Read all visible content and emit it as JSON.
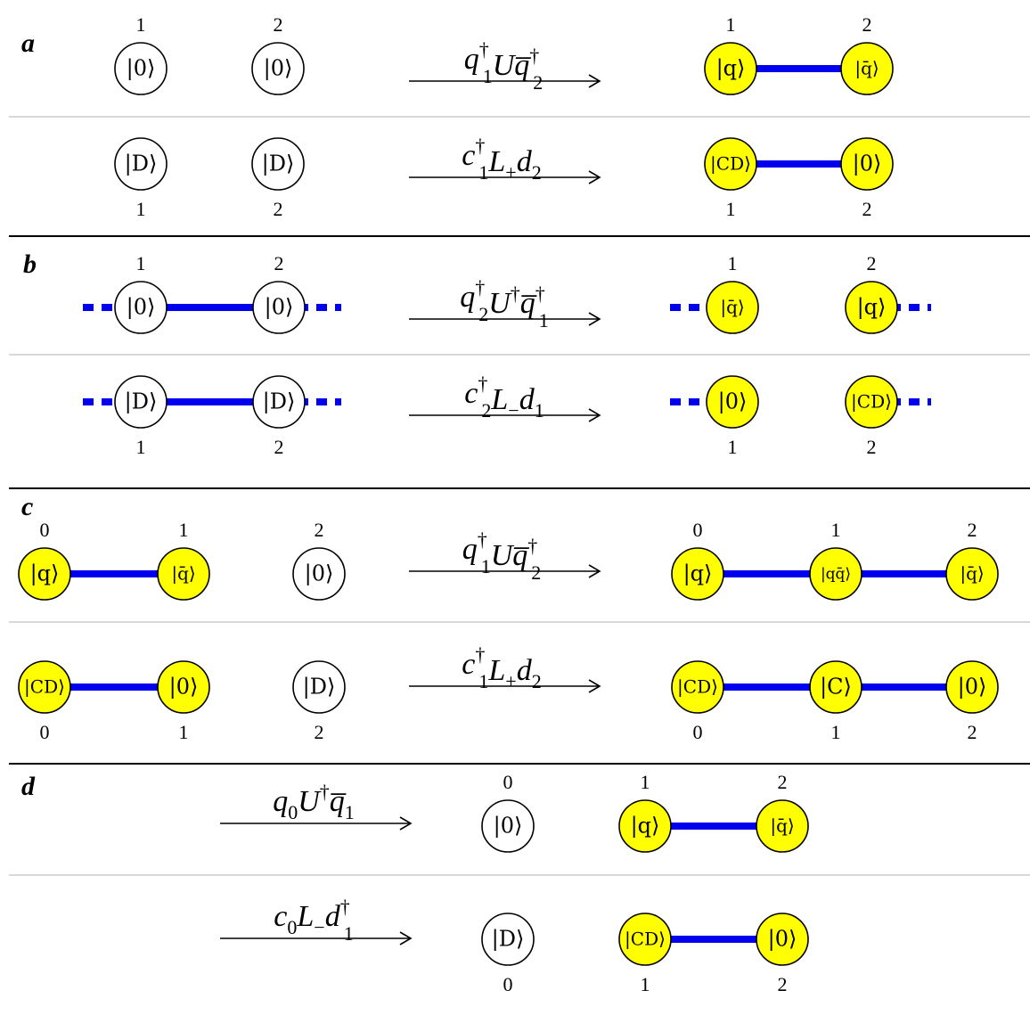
{
  "colors": {
    "bond": "#0000ee",
    "occupied": "#ffff00",
    "empty": "#ffffff",
    "divider_major": "#000000",
    "divider_minor": "#cccccc"
  },
  "arrow_icon": "right-arrow",
  "panels": [
    {
      "label": "a",
      "rows": [
        {
          "operator": [
            {
              "t": "q",
              "c": "b"
            },
            {
              "t": "†",
              "c": "up"
            },
            {
              "t": "1",
              "c": "sub"
            },
            {
              "t": "U",
              "c": "b"
            },
            {
              "t": "q̅",
              "c": "b"
            },
            {
              "t": "†",
              "c": "up"
            },
            {
              "t": "2",
              "c": "sub"
            }
          ],
          "before": {
            "sites": [
              {
                "num": "1",
                "state": "|0⟩",
                "fill": "empty"
              },
              {
                "num": "2",
                "state": "|0⟩",
                "fill": "empty"
              }
            ],
            "bonds": [],
            "ext": []
          },
          "after": {
            "sites": [
              {
                "num": "1",
                "state": "|q⟩",
                "fill": "occupied"
              },
              {
                "num": "2",
                "state": "|q̄⟩",
                "fill": "occupied"
              }
            ],
            "bonds": [
              [
                0,
                1
              ]
            ],
            "ext": []
          }
        },
        {
          "operator": [
            {
              "t": "c",
              "c": "b"
            },
            {
              "t": "†",
              "c": "up"
            },
            {
              "t": "1",
              "c": "sub"
            },
            {
              "t": "L",
              "c": "b"
            },
            {
              "t": "+",
              "c": "sub"
            },
            {
              "t": "d",
              "c": "b"
            },
            {
              "t": "2",
              "c": "sub"
            }
          ],
          "before": {
            "sites": [
              {
                "num": "1",
                "state": "|D⟩",
                "fill": "empty"
              },
              {
                "num": "2",
                "state": "|D⟩",
                "fill": "empty"
              }
            ],
            "bonds": [],
            "ext": []
          },
          "after": {
            "sites": [
              {
                "num": "1",
                "state": "|CD⟩",
                "fill": "occupied"
              },
              {
                "num": "2",
                "state": "|0⟩",
                "fill": "occupied"
              }
            ],
            "bonds": [
              [
                0,
                1
              ]
            ],
            "ext": []
          }
        }
      ]
    },
    {
      "label": "b",
      "rows": [
        {
          "operator": [
            {
              "t": "q",
              "c": "b"
            },
            {
              "t": "†",
              "c": "up"
            },
            {
              "t": "2",
              "c": "sub"
            },
            {
              "t": "U",
              "c": "b"
            },
            {
              "t": "†",
              "c": "up"
            },
            {
              "t": "q̅",
              "c": "b"
            },
            {
              "t": "†",
              "c": "up"
            },
            {
              "t": "1",
              "c": "sub"
            }
          ],
          "before": {
            "sites": [
              {
                "num": "1",
                "state": "|0⟩",
                "fill": "empty"
              },
              {
                "num": "2",
                "state": "|0⟩",
                "fill": "empty"
              }
            ],
            "bonds": [
              [
                0,
                1
              ]
            ],
            "ext": [
              "left",
              "right"
            ]
          },
          "after": {
            "sites": [
              {
                "num": "1",
                "state": "|q̄⟩",
                "fill": "occupied"
              },
              {
                "num": "2",
                "state": "|q⟩",
                "fill": "occupied"
              }
            ],
            "bonds": [],
            "ext": [
              "left",
              "right"
            ]
          }
        },
        {
          "operator": [
            {
              "t": "c",
              "c": "b"
            },
            {
              "t": "†",
              "c": "up"
            },
            {
              "t": "2",
              "c": "sub"
            },
            {
              "t": "L",
              "c": "b"
            },
            {
              "t": "−",
              "c": "sub"
            },
            {
              "t": "d",
              "c": "b"
            },
            {
              "t": "1",
              "c": "sub"
            }
          ],
          "before": {
            "sites": [
              {
                "num": "1",
                "state": "|D⟩",
                "fill": "empty"
              },
              {
                "num": "2",
                "state": "|D⟩",
                "fill": "empty"
              }
            ],
            "bonds": [
              [
                0,
                1
              ]
            ],
            "ext": [
              "left",
              "right"
            ]
          },
          "after": {
            "sites": [
              {
                "num": "1",
                "state": "|0⟩",
                "fill": "occupied"
              },
              {
                "num": "2",
                "state": "|CD⟩",
                "fill": "occupied"
              }
            ],
            "bonds": [],
            "ext": [
              "left",
              "right"
            ]
          }
        }
      ]
    },
    {
      "label": "c",
      "rows": [
        {
          "operator": [
            {
              "t": "q",
              "c": "b"
            },
            {
              "t": "†",
              "c": "up"
            },
            {
              "t": "1",
              "c": "sub"
            },
            {
              "t": "U",
              "c": "b"
            },
            {
              "t": "q̅",
              "c": "b"
            },
            {
              "t": "†",
              "c": "up"
            },
            {
              "t": "2",
              "c": "sub"
            }
          ],
          "before": {
            "sites": [
              {
                "num": "0",
                "state": "|q⟩",
                "fill": "occupied"
              },
              {
                "num": "1",
                "state": "|q̄⟩",
                "fill": "occupied"
              },
              {
                "num": "2",
                "state": "|0⟩",
                "fill": "empty"
              }
            ],
            "bonds": [
              [
                0,
                1
              ]
            ],
            "ext": []
          },
          "after": {
            "sites": [
              {
                "num": "0",
                "state": "|q⟩",
                "fill": "occupied"
              },
              {
                "num": "1",
                "state": "|qq̄⟩",
                "fill": "occupied"
              },
              {
                "num": "2",
                "state": "|q̄⟩",
                "fill": "occupied"
              }
            ],
            "bonds": [
              [
                0,
                1
              ],
              [
                1,
                2
              ]
            ],
            "ext": []
          }
        },
        {
          "operator": [
            {
              "t": "c",
              "c": "b"
            },
            {
              "t": "†",
              "c": "up"
            },
            {
              "t": "1",
              "c": "sub"
            },
            {
              "t": "L",
              "c": "b"
            },
            {
              "t": "+",
              "c": "sub"
            },
            {
              "t": "d",
              "c": "b"
            },
            {
              "t": "2",
              "c": "sub"
            }
          ],
          "before": {
            "sites": [
              {
                "num": "0",
                "state": "|CD⟩",
                "fill": "occupied"
              },
              {
                "num": "1",
                "state": "|0⟩",
                "fill": "occupied"
              },
              {
                "num": "2",
                "state": "|D⟩",
                "fill": "empty"
              }
            ],
            "bonds": [
              [
                0,
                1
              ]
            ],
            "ext": []
          },
          "after": {
            "sites": [
              {
                "num": "0",
                "state": "|CD⟩",
                "fill": "occupied"
              },
              {
                "num": "1",
                "state": "|C⟩",
                "fill": "occupied"
              },
              {
                "num": "2",
                "state": "|0⟩",
                "fill": "occupied"
              }
            ],
            "bonds": [
              [
                0,
                1
              ],
              [
                1,
                2
              ]
            ],
            "ext": []
          }
        }
      ]
    },
    {
      "label": "d",
      "rows": [
        {
          "operator": [
            {
              "t": "q",
              "c": "b"
            },
            {
              "t": "0",
              "c": "sub"
            },
            {
              "t": "U",
              "c": "b"
            },
            {
              "t": "†",
              "c": "up"
            },
            {
              "t": "q̅",
              "c": "b"
            },
            {
              "t": "1",
              "c": "sub"
            }
          ],
          "after": {
            "sites": [
              {
                "num": "0",
                "state": "|0⟩",
                "fill": "empty"
              },
              {
                "num": "1",
                "state": "|q⟩",
                "fill": "occupied"
              },
              {
                "num": "2",
                "state": "|q̄⟩",
                "fill": "occupied"
              }
            ],
            "bonds": [
              [
                1,
                2
              ]
            ],
            "ext": []
          }
        },
        {
          "operator": [
            {
              "t": "c",
              "c": "b"
            },
            {
              "t": "0",
              "c": "sub"
            },
            {
              "t": "L",
              "c": "b"
            },
            {
              "t": "−",
              "c": "sub"
            },
            {
              "t": "d",
              "c": "b"
            },
            {
              "t": "†",
              "c": "up"
            },
            {
              "t": "1",
              "c": "sub"
            }
          ],
          "after": {
            "sites": [
              {
                "num": "0",
                "state": "|D⟩",
                "fill": "empty"
              },
              {
                "num": "1",
                "state": "|CD⟩",
                "fill": "occupied"
              },
              {
                "num": "2",
                "state": "|0⟩",
                "fill": "occupied"
              }
            ],
            "bonds": [
              [
                1,
                2
              ]
            ],
            "ext": []
          }
        }
      ]
    }
  ]
}
